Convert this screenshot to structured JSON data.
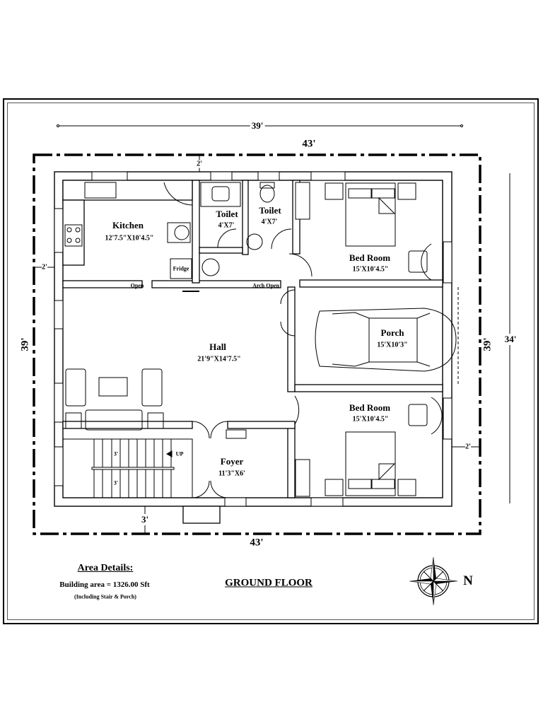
{
  "drawing": {
    "title": "GROUND FLOOR",
    "north_label": "N"
  },
  "dimensions": {
    "top_inner": "39'",
    "top_outer": "43'",
    "bottom_outer": "43'",
    "left_outer": "39'",
    "right_outer": "39'",
    "right_inner": "34'",
    "setback_top": "2'",
    "setback_left": "2'",
    "setback_right": "2'",
    "setback_bottom": "3'",
    "stair_riser_1": "3'",
    "stair_riser_2": "3'"
  },
  "rooms": {
    "kitchen": {
      "name": "Kitchen",
      "size": "12'7.5\"X10'4.5\""
    },
    "toilet1": {
      "name": "Toilet",
      "size": "4'X7'"
    },
    "toilet2": {
      "name": "Toilet",
      "size": "4'X7'"
    },
    "bedroom1": {
      "name": "Bed Room",
      "size": "15'X10'4.5\""
    },
    "hall": {
      "name": "Hall",
      "size": "21'9\"X14'7.5\""
    },
    "porch": {
      "name": "Porch",
      "size": "15'X10'3\""
    },
    "bedroom2": {
      "name": "Bed Room",
      "size": "15'X10'4.5\""
    },
    "foyer": {
      "name": "Foyer",
      "size": "11'3\"X6'"
    }
  },
  "annotations": {
    "fridge": "Fridge",
    "open": "Open",
    "arch_open": "Arch Open",
    "up": "UP"
  },
  "area_details": {
    "title": "Area Details:",
    "building_area": "Building area  = 1326.00 Sft",
    "note": "(Including Stair & Porch)"
  }
}
